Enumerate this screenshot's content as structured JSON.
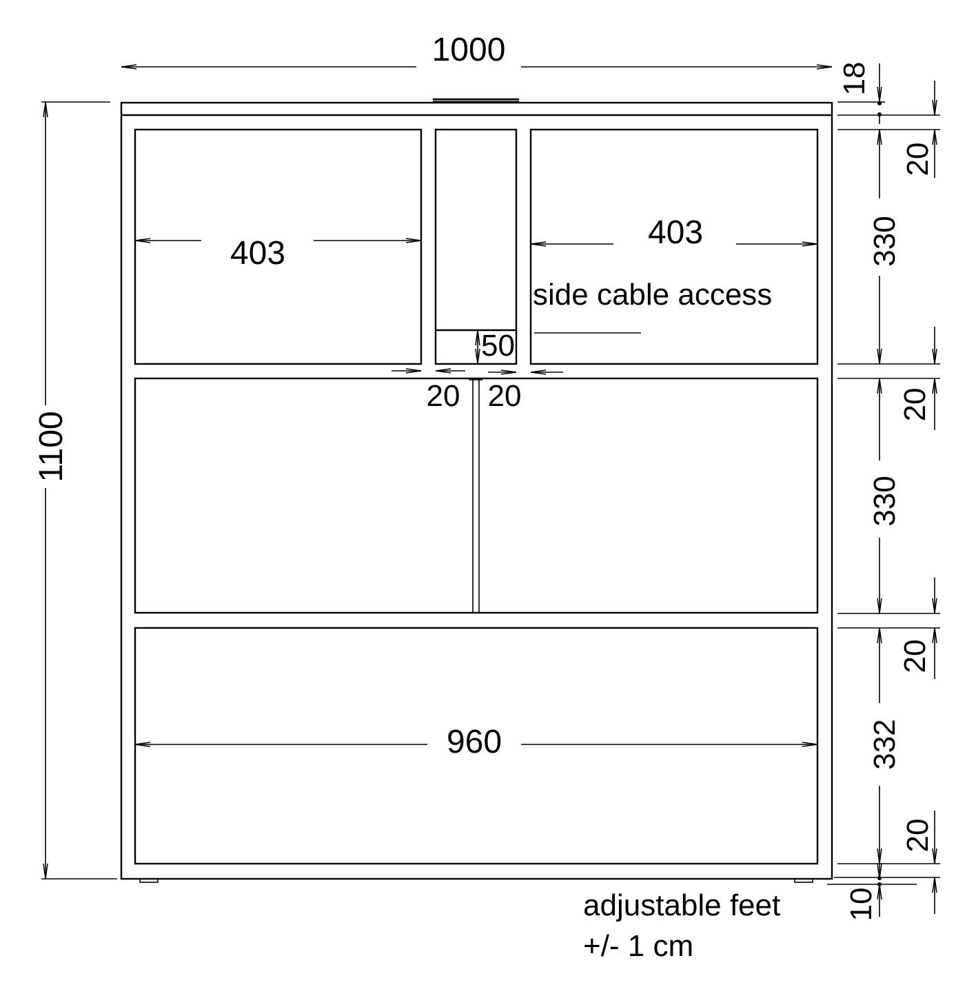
{
  "dimensions": {
    "overall_width": "1000",
    "overall_height": "1100",
    "top_thickness": "18",
    "left_compartment_width": "403",
    "right_compartment_width": "403",
    "bottom_compartment_width": "960",
    "cable_slot_height": "50",
    "cable_slot_left_gap": "20",
    "cable_slot_right_gap": "20",
    "right_chain": [
      "20",
      "330",
      "20",
      "330",
      "20",
      "332",
      "20",
      "10"
    ]
  },
  "labels": {
    "side_cable_access": "side cable access",
    "adjustable_feet_line1": "adjustable feet",
    "adjustable_feet_line2": "+/- 1 cm"
  },
  "colors": {
    "line": "#000000",
    "background": "#ffffff"
  }
}
